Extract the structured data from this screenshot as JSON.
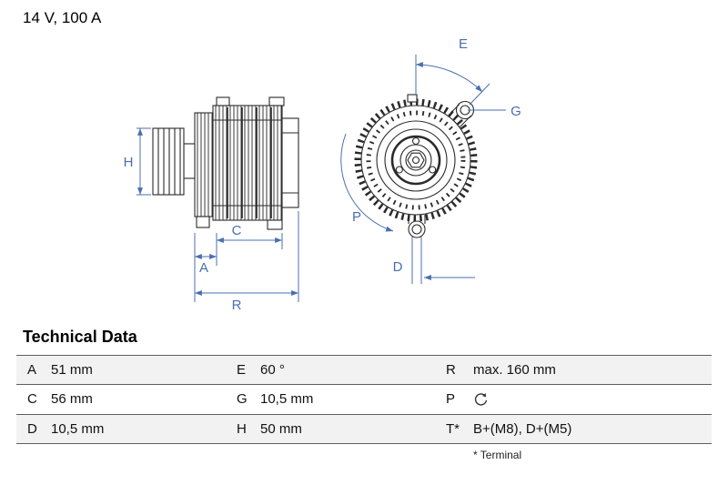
{
  "header": {
    "title": "14 V, 100 A"
  },
  "diagram": {
    "dimension_color": "#4a6fb0",
    "line_color": "#2a2a2a",
    "labels": {
      "H": "H",
      "A": "A",
      "C": "C",
      "R": "R",
      "E": "E",
      "G": "G",
      "P": "P",
      "D": "D"
    }
  },
  "table": {
    "title": "Technical Data",
    "rows": [
      {
        "cells": [
          {
            "key": "A",
            "value": "51 mm"
          },
          {
            "key": "E",
            "value": "60 °"
          },
          {
            "key": "R",
            "value": "max. 160 mm"
          }
        ]
      },
      {
        "cells": [
          {
            "key": "C",
            "value": "56 mm"
          },
          {
            "key": "G",
            "value": "10,5 mm"
          },
          {
            "key": "P",
            "value": "",
            "icon": "rotation-direction-icon"
          }
        ]
      },
      {
        "cells": [
          {
            "key": "D",
            "value": "10,5 mm"
          },
          {
            "key": "H",
            "value": "50 mm"
          },
          {
            "key": "T*",
            "value": "B+(M8), D+(M5)"
          }
        ]
      }
    ],
    "footnote": "* Terminal"
  }
}
